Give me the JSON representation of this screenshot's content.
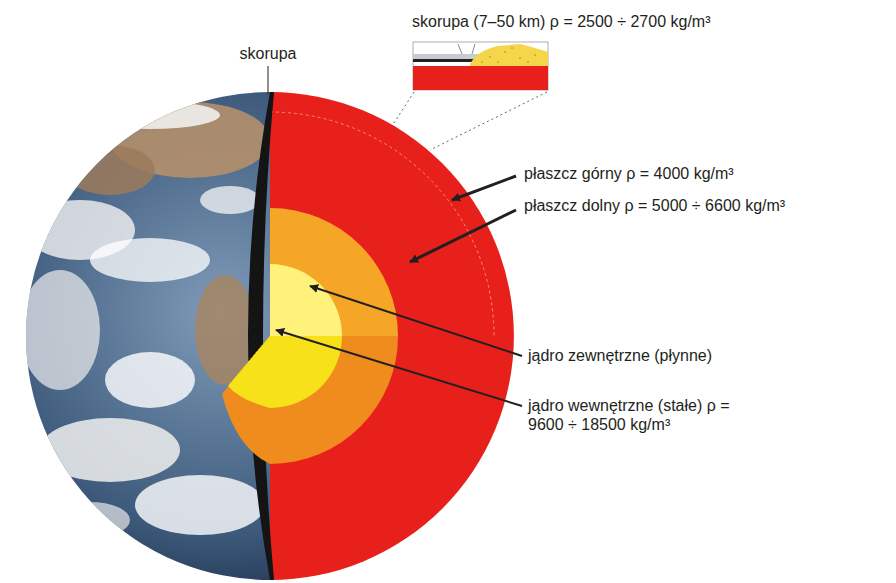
{
  "diagram": {
    "labels": [
      "skorupa (7–50 km) ρ = 2500 ÷ 2700 kg/m³",
      "skorupa",
      "płaszcz górny ρ = 4000 kg/m³",
      "płaszcz dolny ρ = 5000 ÷ 6600 kg/m³",
      "jądro zewnętrzne (płynne)",
      "jądro wewnętrzne (stałe) ρ = 9600 ÷ 18500 kg/m³"
    ]
  }
}
